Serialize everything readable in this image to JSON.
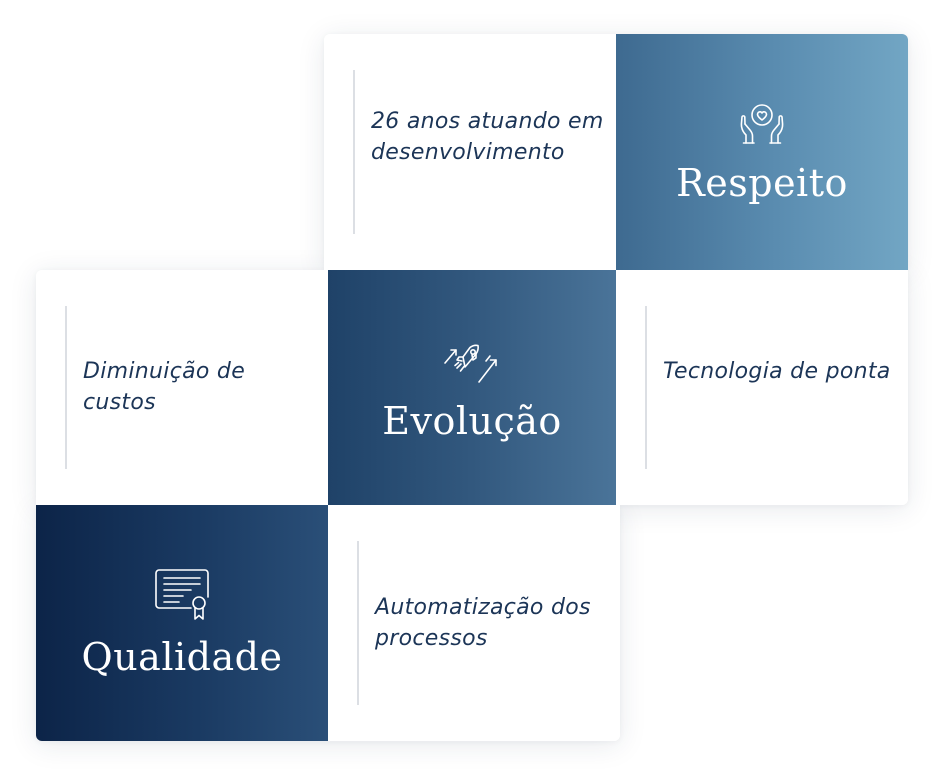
{
  "tiles": {
    "anos": {
      "text": "26 anos atuando em desenvolvimento"
    },
    "respeito": {
      "title": "Respeito",
      "icon": "hands-heart-icon"
    },
    "custos": {
      "text": "Diminuição de custos"
    },
    "evolucao": {
      "title": "Evolução",
      "icon": "rocket-growth-icon"
    },
    "tecnologia": {
      "text": "Tecnologia de ponta"
    },
    "qualidade": {
      "title": "Qualidade",
      "icon": "certificate-icon"
    },
    "automatizacao": {
      "text": "Automatização dos processos"
    }
  },
  "colors": {
    "text": "#1c3557",
    "divider": "#dcdfe4",
    "respeito_start": "#3e6a90",
    "respeito_end": "#72a6c4",
    "evolucao_start": "#1f4268",
    "evolucao_end": "#4a7499",
    "qualidade_start": "#0c2448",
    "qualidade_end": "#2a4f78"
  }
}
